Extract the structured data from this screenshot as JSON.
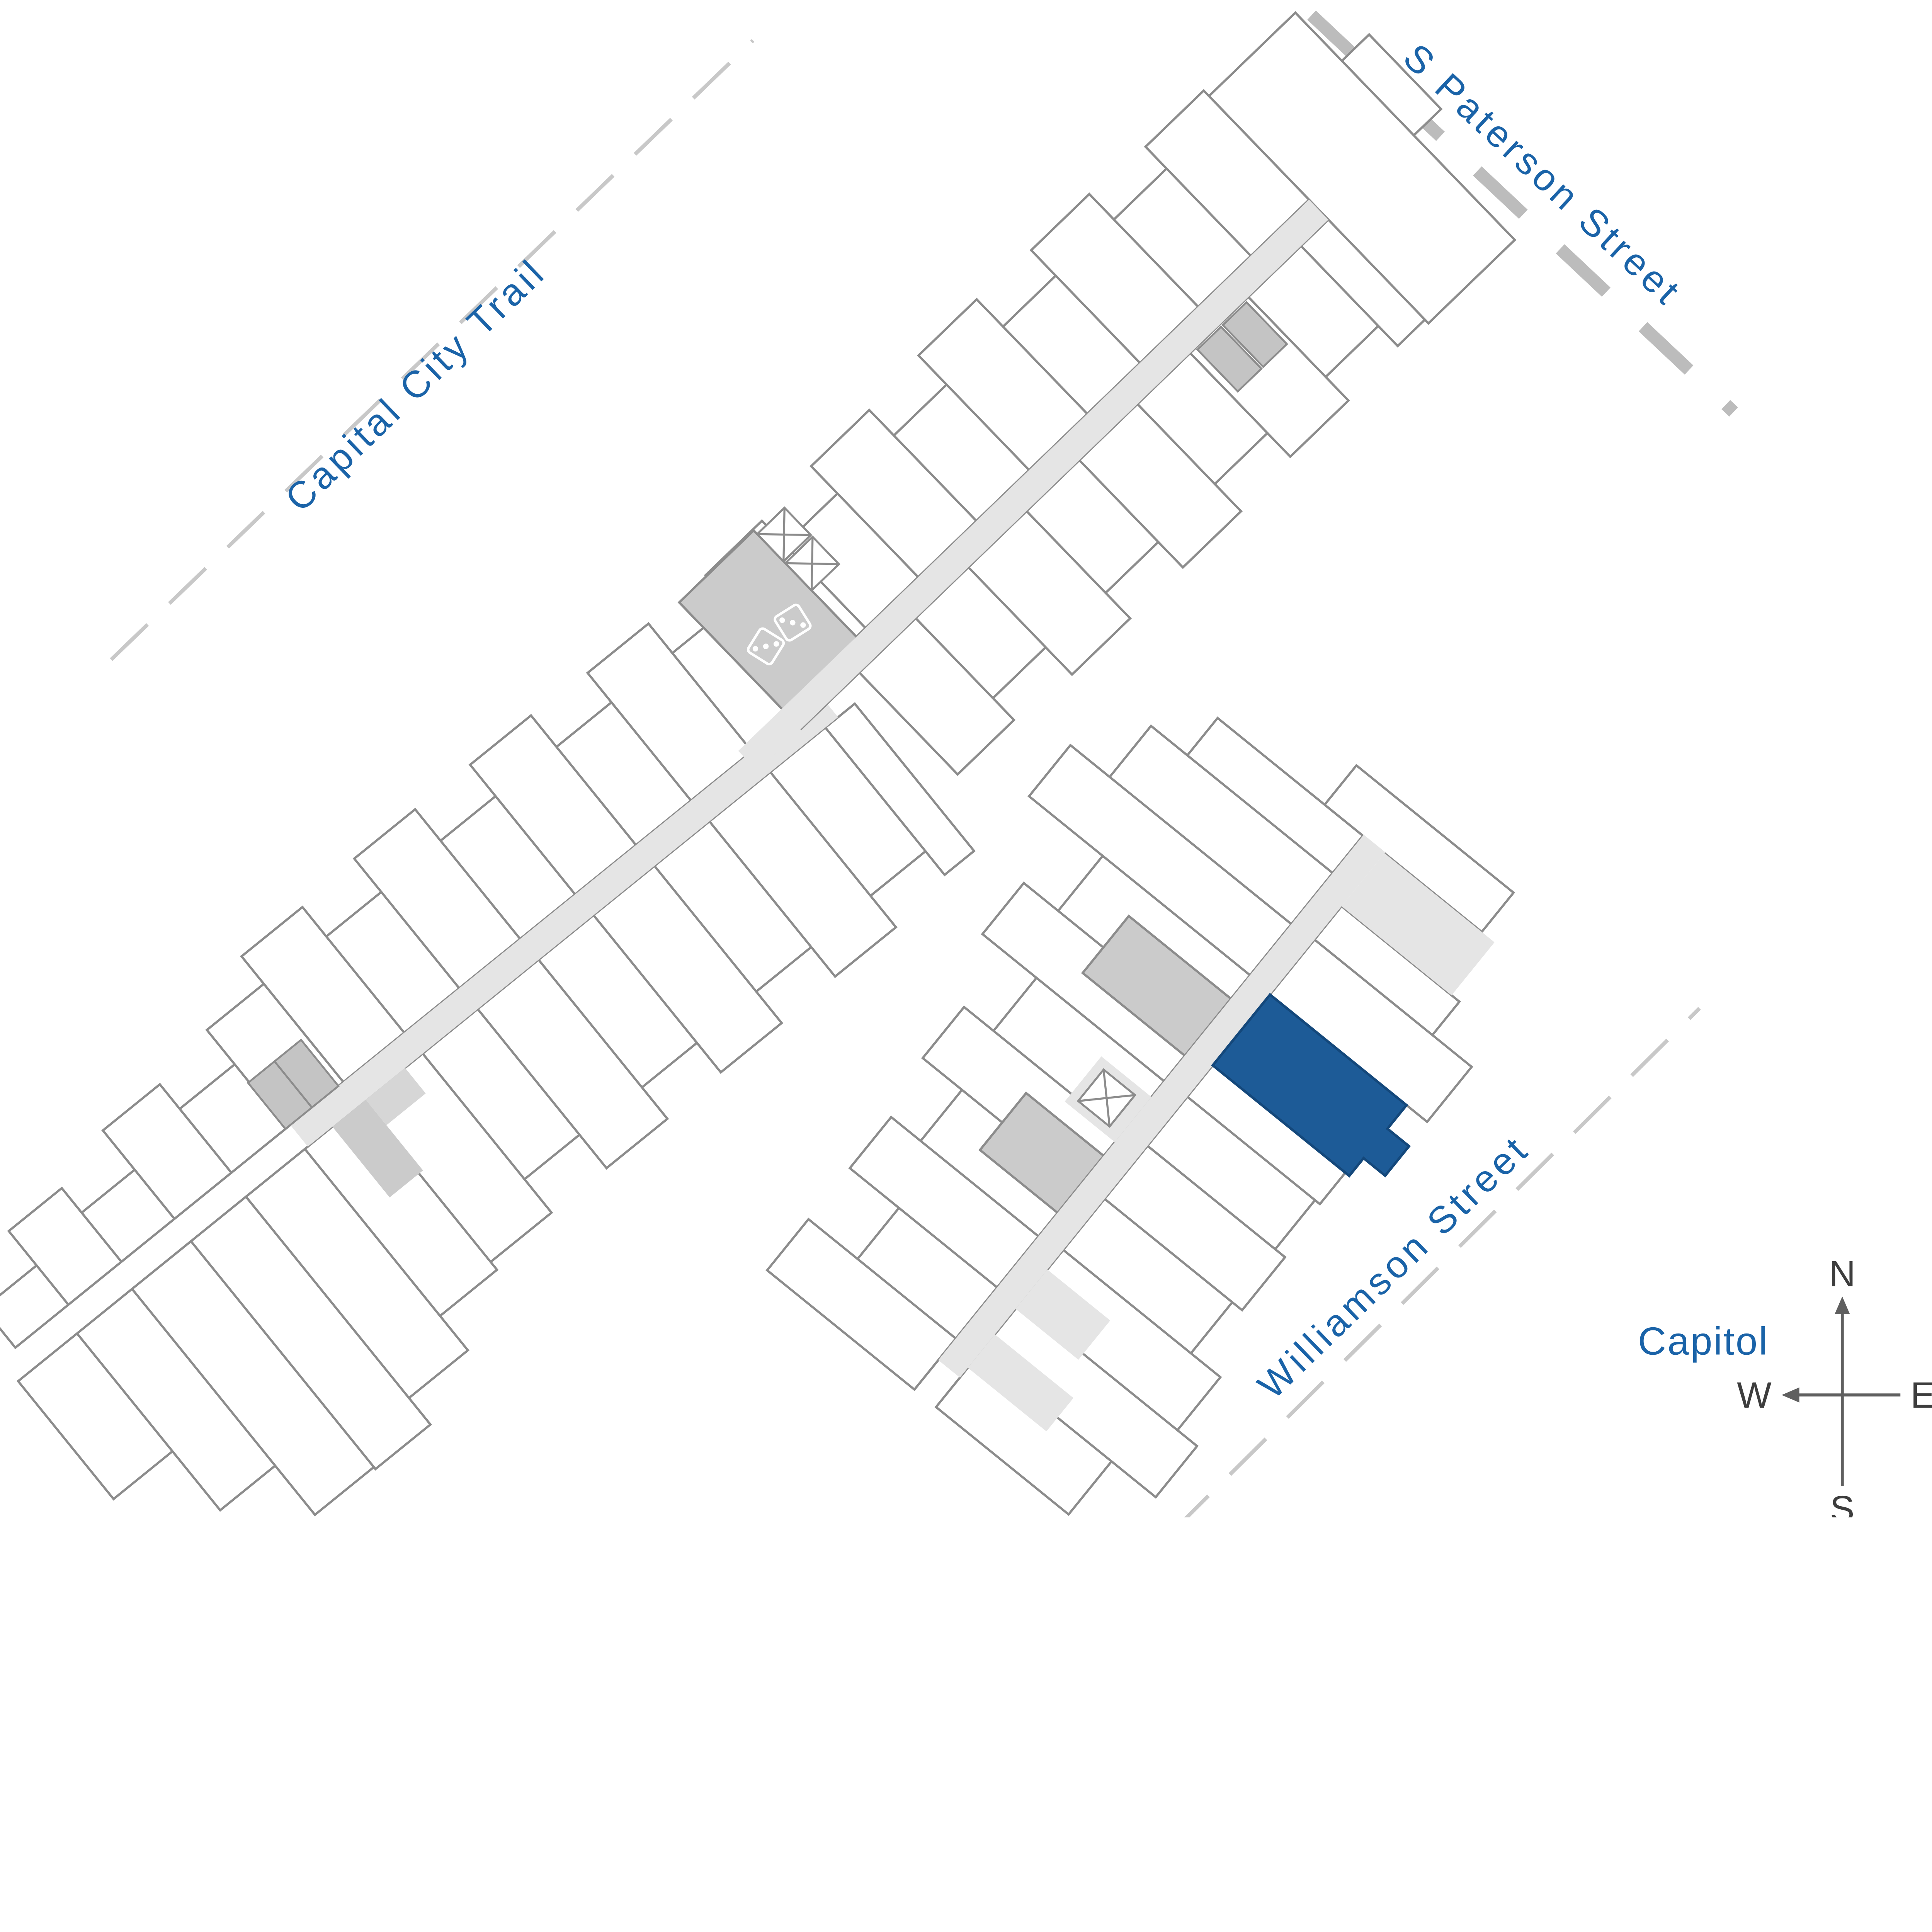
{
  "colors": {
    "accent_blue": "#1a63a8",
    "highlight": "#1d5b97",
    "highlight_stroke": "#14487b",
    "unit_stroke": "#8c8c8c",
    "corridor_light": "#e5e5e5",
    "corridor_mid": "#d6d6d6",
    "corridor_dark": "#cbcbcb",
    "elevator": "#c4c4c4",
    "street_dash": "#c8c8c8",
    "street_dash_bold": "#bcbcbc",
    "compass_line": "#5f5f5f",
    "compass_text": "#3d3d3d",
    "icon_white": "#ffffff"
  },
  "streets": {
    "capital_city_trail": {
      "label": "Capital City Trail"
    },
    "s_paterson": {
      "label": "S Paterson Street"
    },
    "williamson": {
      "label": "Williamson Street"
    }
  },
  "landmarks": {
    "capitol": {
      "label": "Capitol"
    }
  },
  "compass": {
    "north": "N",
    "east": "E",
    "south": "S",
    "west": "W"
  },
  "map": {
    "type": "site-plan",
    "buildings": [
      {
        "id": "west-building"
      },
      {
        "id": "north-building"
      },
      {
        "id": "south-building"
      }
    ],
    "highlighted_unit": {
      "building": "south-building",
      "status": "selected"
    }
  },
  "icons": {
    "stairs": "x-square",
    "dice": "two-dice",
    "elevator": "gray-cell-pair"
  }
}
